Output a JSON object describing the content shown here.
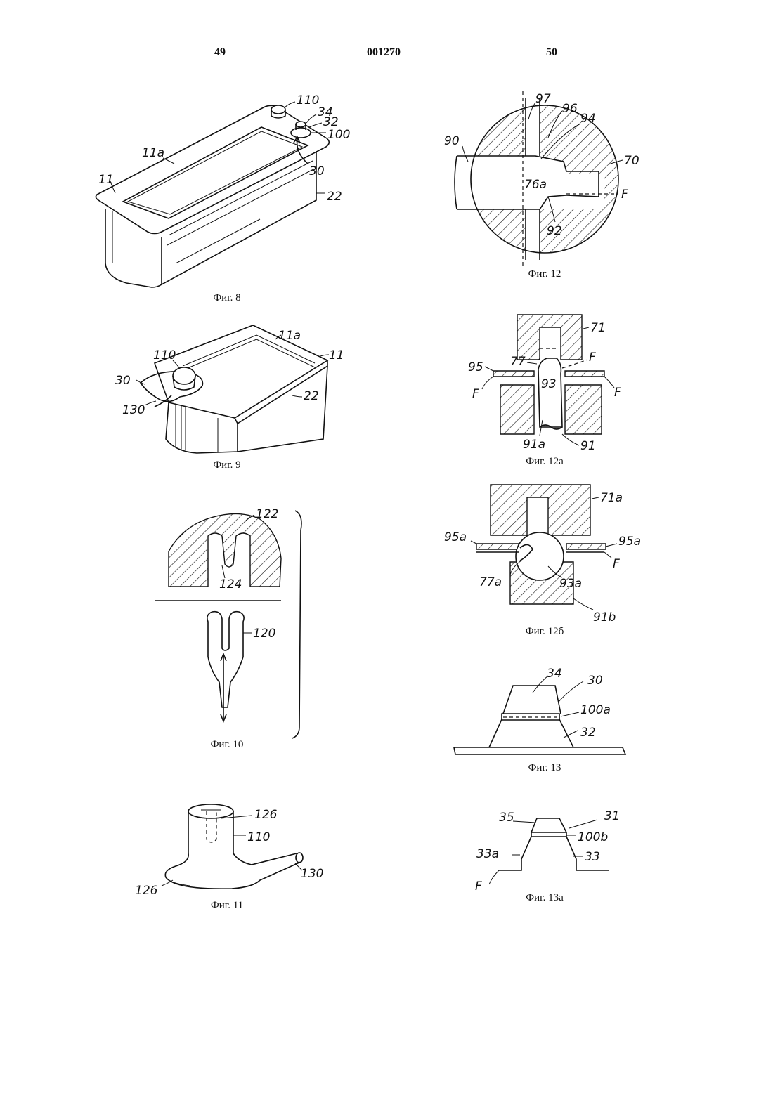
{
  "header": {
    "left_page": "49",
    "center_number": "001270",
    "right_page": "50"
  },
  "captions": {
    "fig8": "Фиг. 8",
    "fig9": "Фиг. 9",
    "fig10": "Фиг. 10",
    "fig11": "Фиг. 11",
    "fig12": "Фиг. 12",
    "fig12a": "Фиг. 12а",
    "fig12b": "Фиг. 12б",
    "fig13": "Фиг. 13",
    "fig13a": "Фиг. 13а"
  },
  "labels": {
    "fig8": [
      "110",
      "34",
      "32",
      "100",
      "11a",
      "11",
      "30",
      "22"
    ],
    "fig9": [
      "11a",
      "11",
      "110",
      "30",
      "130",
      "22"
    ],
    "fig10": [
      "122",
      "124",
      "120"
    ],
    "fig11": [
      "126",
      "110",
      "130",
      "126"
    ],
    "fig12": [
      "97",
      "96",
      "94",
      "90",
      "70",
      "76a",
      "F",
      "92"
    ],
    "fig12a": [
      "71",
      "95",
      "77",
      "F",
      "F",
      "93",
      "F",
      "91a",
      "91"
    ],
    "fig12b": [
      "71a",
      "95a",
      "95a",
      "F",
      "77a",
      "93a",
      "91b"
    ],
    "fig13": [
      "34",
      "30",
      "100a",
      "32"
    ],
    "fig13a": [
      "35",
      "31",
      "100b",
      "33a",
      "33",
      "F"
    ]
  }
}
